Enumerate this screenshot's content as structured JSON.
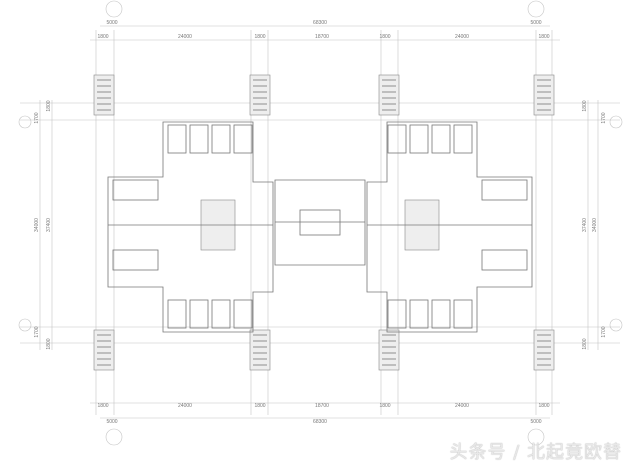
{
  "dimensions": {
    "top_overall": {
      "left": "5000",
      "total": "68300",
      "right": "5000"
    },
    "top_segments": [
      "1800",
      "24000",
      "1800",
      "18700",
      "1800",
      "24000",
      "1800"
    ],
    "bottom_overall": {
      "left": "5000",
      "total": "68300",
      "right": "5000"
    },
    "bottom_segments": [
      "1800",
      "24000",
      "1800",
      "18700",
      "1800",
      "24000",
      "1800"
    ],
    "left_side": {
      "outer": "34000",
      "inner": "37400",
      "top_a": "1800",
      "top_b": "1700",
      "bottom_a": "1700",
      "bottom_b": "1800"
    },
    "right_side": {
      "outer": "34000",
      "inner": "37400",
      "top_a": "1800",
      "top_b": "1700",
      "bottom_a": "1700",
      "bottom_b": "1800"
    }
  },
  "watermark": "头条号 / 北起竟欧替"
}
